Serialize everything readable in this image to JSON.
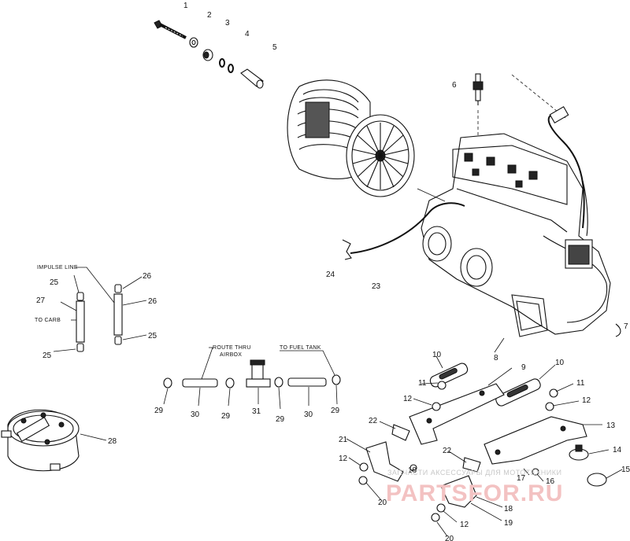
{
  "labels": [
    {
      "id": "1",
      "text": "1"
    },
    {
      "id": "2",
      "text": "2"
    },
    {
      "id": "3",
      "text": "3"
    },
    {
      "id": "4",
      "text": "4"
    },
    {
      "id": "5",
      "text": "5"
    },
    {
      "id": "6",
      "text": "6"
    },
    {
      "id": "7",
      "text": "7"
    },
    {
      "id": "8",
      "text": "8"
    },
    {
      "id": "9",
      "text": "9"
    },
    {
      "id": "10a",
      "text": "10"
    },
    {
      "id": "10b",
      "text": "10"
    },
    {
      "id": "11a",
      "text": "11"
    },
    {
      "id": "11b",
      "text": "11"
    },
    {
      "id": "12a",
      "text": "12"
    },
    {
      "id": "12b",
      "text": "12"
    },
    {
      "id": "12c",
      "text": "12"
    },
    {
      "id": "12d",
      "text": "12"
    },
    {
      "id": "13",
      "text": "13"
    },
    {
      "id": "14",
      "text": "14"
    },
    {
      "id": "15",
      "text": "15"
    },
    {
      "id": "16",
      "text": "16"
    },
    {
      "id": "17",
      "text": "17"
    },
    {
      "id": "18a",
      "text": "18"
    },
    {
      "id": "18b",
      "text": "18"
    },
    {
      "id": "19",
      "text": "19"
    },
    {
      "id": "20a",
      "text": "20"
    },
    {
      "id": "20b",
      "text": "20"
    },
    {
      "id": "21",
      "text": "21"
    },
    {
      "id": "22a",
      "text": "22"
    },
    {
      "id": "22b",
      "text": "22"
    },
    {
      "id": "23",
      "text": "23"
    },
    {
      "id": "24",
      "text": "24"
    },
    {
      "id": "25a",
      "text": "25"
    },
    {
      "id": "25b",
      "text": "25"
    },
    {
      "id": "25c",
      "text": "25"
    },
    {
      "id": "26a",
      "text": "26"
    },
    {
      "id": "26b",
      "text": "26"
    },
    {
      "id": "27",
      "text": "27"
    },
    {
      "id": "28",
      "text": "28"
    },
    {
      "id": "29a",
      "text": "29"
    },
    {
      "id": "29b",
      "text": "29"
    },
    {
      "id": "29c",
      "text": "29"
    },
    {
      "id": "29d",
      "text": "29"
    },
    {
      "id": "30a",
      "text": "30"
    },
    {
      "id": "30b",
      "text": "30"
    },
    {
      "id": "31",
      "text": "31"
    }
  ],
  "annotations": {
    "impulse_line": "IMPULSE LINE",
    "to_carb": "TO CARB",
    "route_thru": "ROUTE THRU",
    "airbox": "AIRBOX",
    "to_fuel_tank": "TO FUEL TANK"
  },
  "watermark": {
    "small": "ЗАПЧАСТИ АКСЕССУАРЫ ДЛЯ МОТОТЕХНИКИ",
    "big": "PARTSFOR.RU"
  }
}
